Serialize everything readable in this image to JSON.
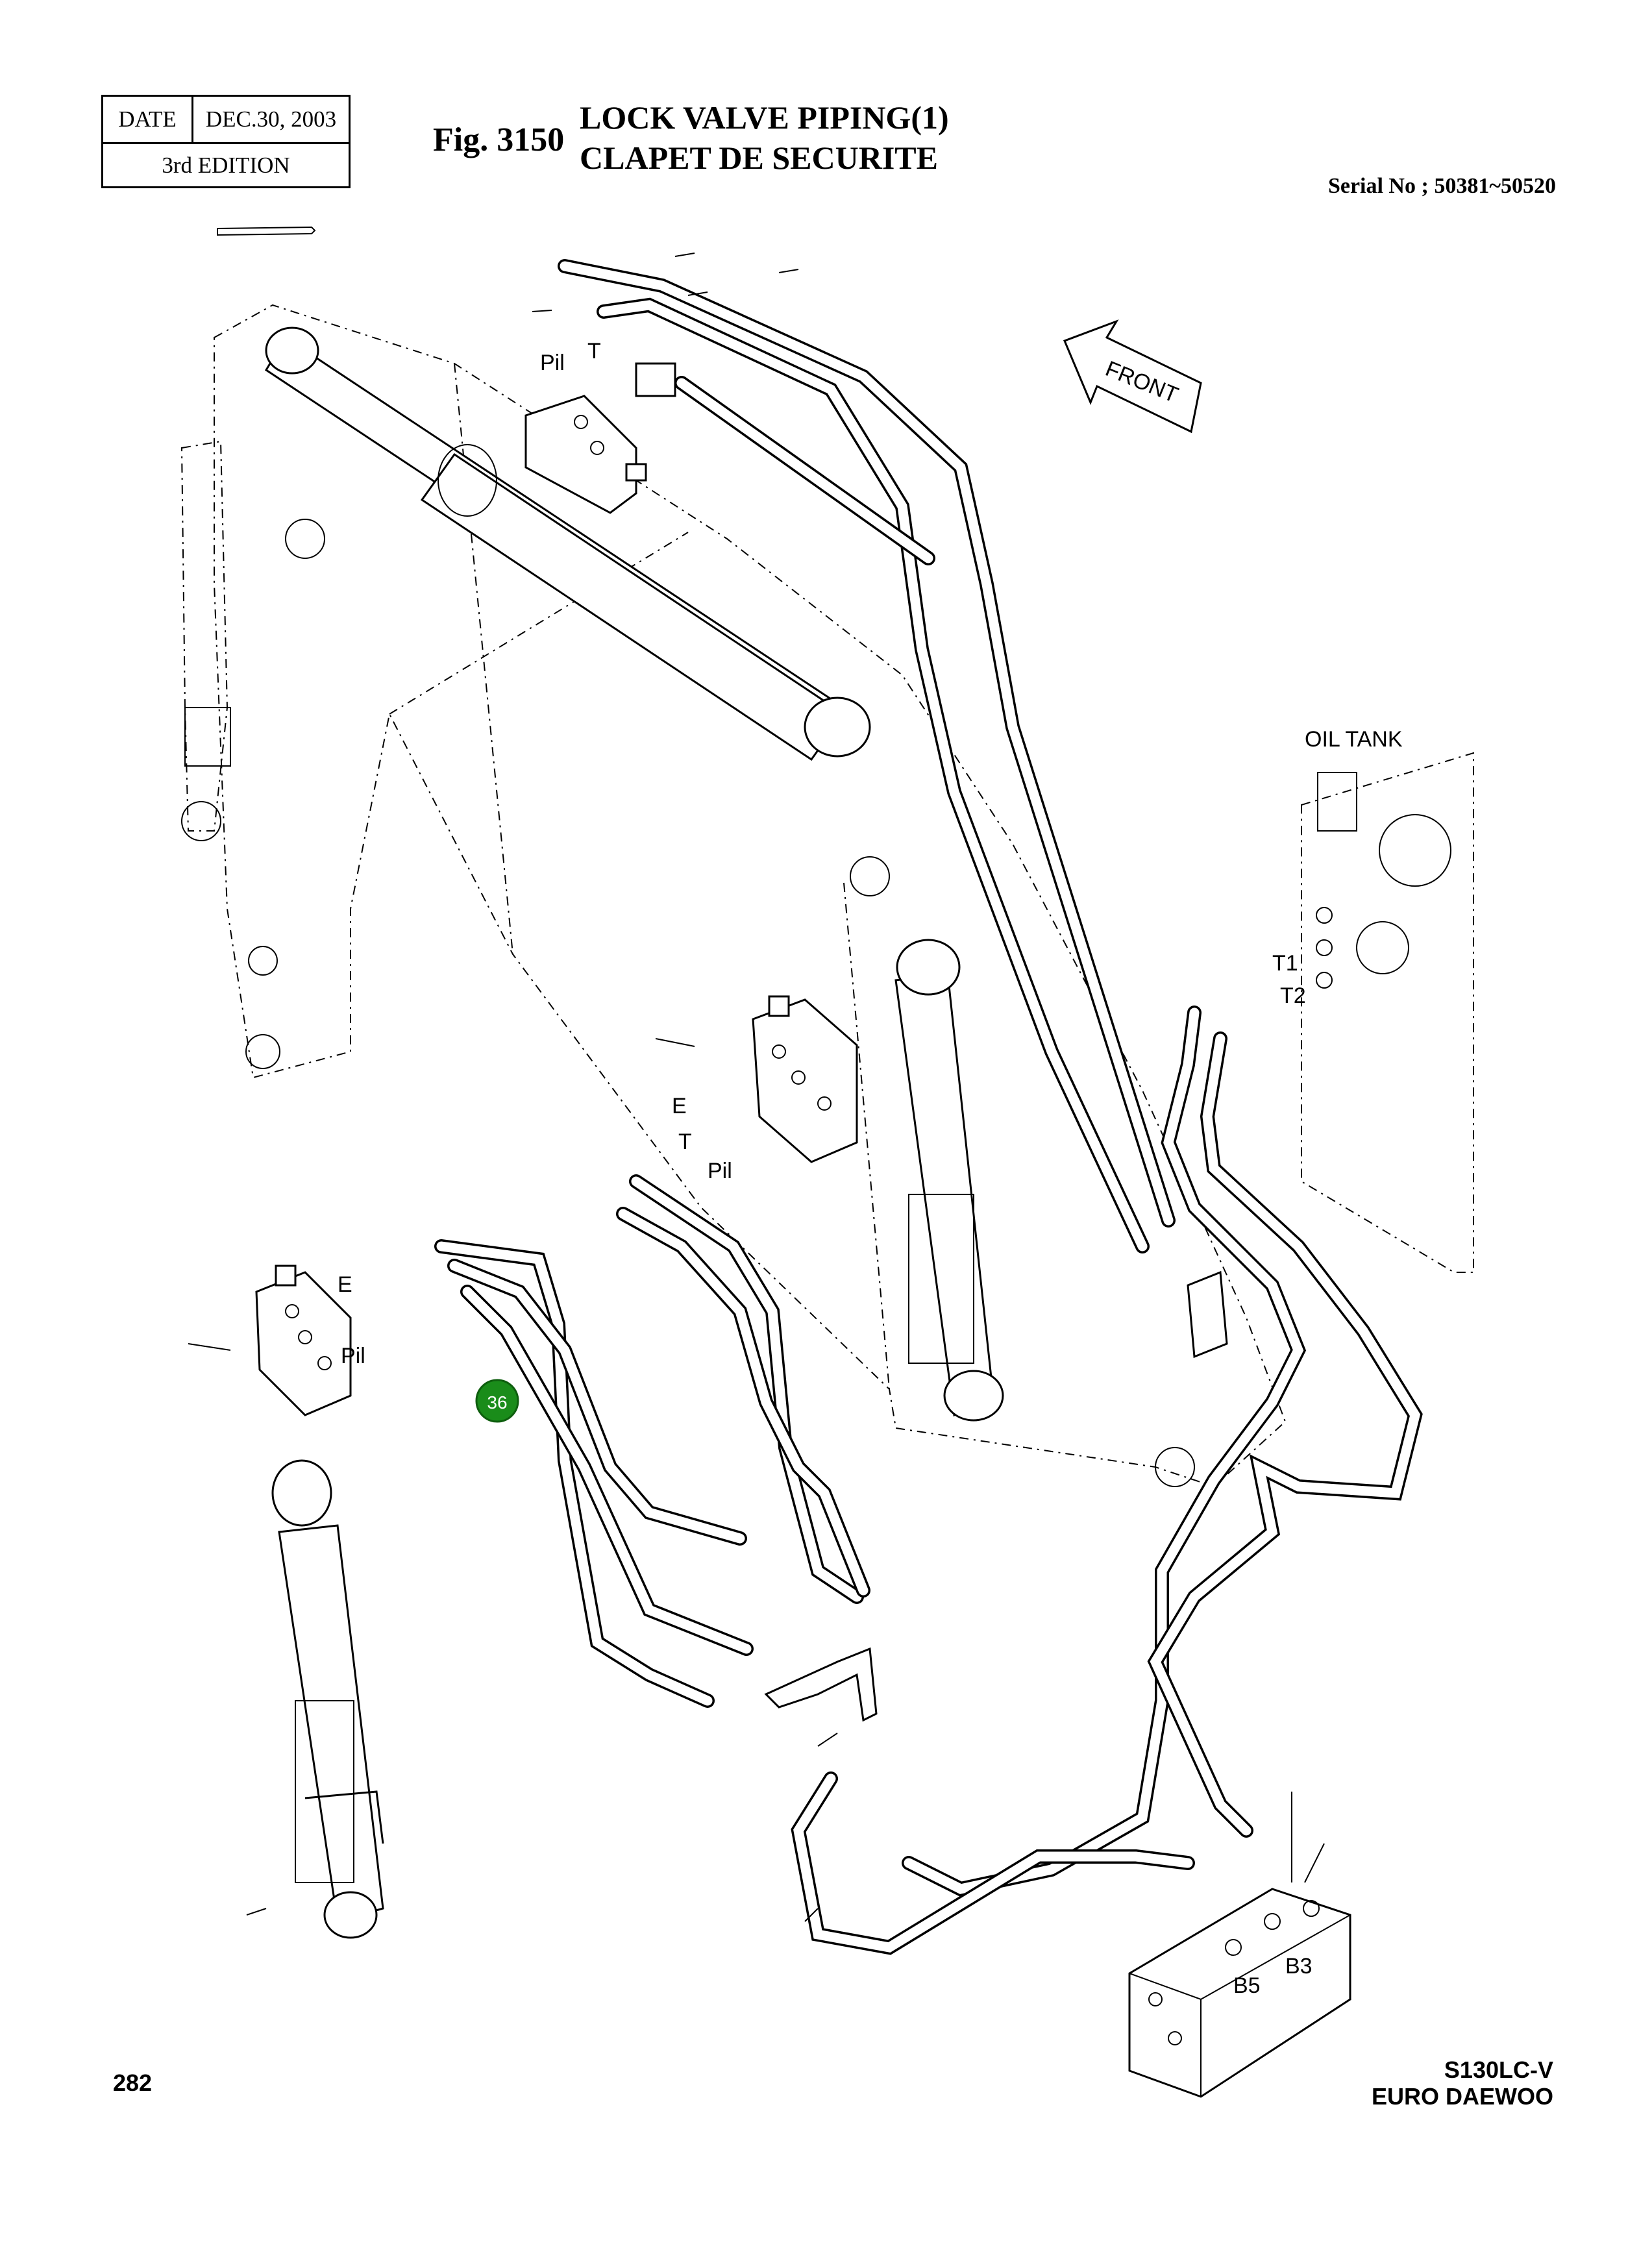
{
  "header": {
    "date_label": "DATE",
    "date_value": "DEC.30, 2003",
    "edition": "3rd  EDITION",
    "fig_number": "Fig. 3150",
    "title_en": "LOCK VALVE PIPING(1)",
    "title_fr": "CLAPET DE SECURITE",
    "serial": "Serial No ; 50381~50520"
  },
  "labels": {
    "front": "FRONT",
    "oil_tank": "OIL TANK",
    "pil_top": "Pil",
    "t_top": "T",
    "e_mid": "E",
    "t_mid": "T",
    "pil_mid": "Pil",
    "e_left": "E",
    "pil_left": "Pil",
    "t1": "T1",
    "t2": "T2",
    "b3": "B3",
    "b5": "B5"
  },
  "callout": {
    "number": "36",
    "color": "#1a8c1a"
  },
  "footer": {
    "page_number": "282",
    "model": "S130LC-V",
    "brand": "EURO DAEWOO"
  }
}
